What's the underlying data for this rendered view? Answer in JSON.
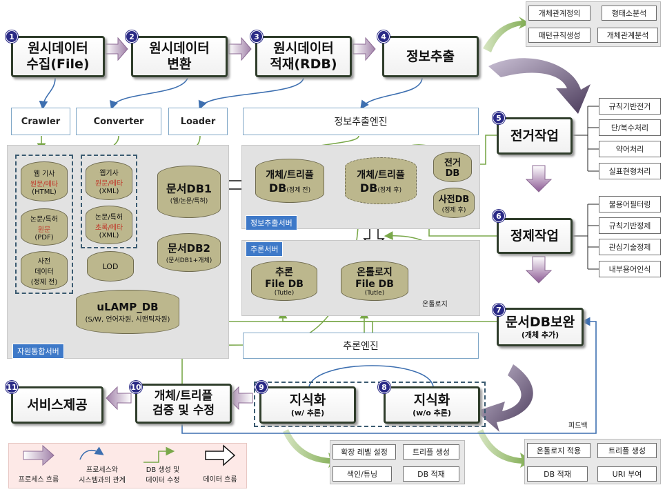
{
  "steps": [
    {
      "num": "1",
      "label_a": "원시데이터",
      "label_b": "수집(File)"
    },
    {
      "num": "2",
      "label_a": "원시데이터",
      "label_b": "변환"
    },
    {
      "num": "3",
      "label_a": "원시데이터",
      "label_b": "적재(RDB)"
    },
    {
      "num": "4",
      "label": "정보추출"
    },
    {
      "num": "5",
      "label": "전거작업"
    },
    {
      "num": "6",
      "label": "정제작업"
    },
    {
      "num": "7",
      "label": "문서DB보완",
      "sub": "(개체 추가)"
    },
    {
      "num": "8",
      "label": "지식화",
      "sub": "(w/o 추론)"
    },
    {
      "num": "9",
      "label": "지식화",
      "sub": "(w/ 추론)"
    },
    {
      "num": "10",
      "label_a": "개체/트리플",
      "label_b": "검증 및 수정"
    },
    {
      "num": "11",
      "label": "서비스제공"
    }
  ],
  "tools": {
    "crawler": "Crawler",
    "converter": "Converter",
    "loader": "Loader",
    "extraction_engine": "정보추출엔진",
    "reasoning_engine": "추론엔진"
  },
  "servers": {
    "resource": "자원통합서버",
    "extraction": "정보추출서버",
    "reasoning": "추론서버"
  },
  "raw": {
    "web1": {
      "a": "웹 기사",
      "b": "원문/메타",
      "c": "(HTML)"
    },
    "paper1": {
      "a": "논문/특허",
      "b": "원문",
      "c": "(PDF)"
    },
    "dict": {
      "a": "사전",
      "b": "데이터",
      "c": "(정제 전)"
    },
    "web2": {
      "a": "웹기사",
      "b": "원문/메타",
      "c": "(XML)"
    },
    "paper2": {
      "a": "논문/특허",
      "b": "초록/메타",
      "c": "(XML)"
    },
    "lod": "LOD",
    "ulamp": {
      "a": "uLAMP_DB",
      "b": "(S/W, 언어자원, 시맨틱자원)"
    }
  },
  "dbs": {
    "doc1": {
      "a": "문서DB1",
      "b": "(웹/논문/특허)"
    },
    "doc2": {
      "a": "문서DB2",
      "b": "(문서DB1+개체)"
    },
    "triple_pre": {
      "a": "개체/트리플",
      "b": "DB",
      "c": "(정제 전)"
    },
    "triple_post": {
      "a": "개체/트리플",
      "b": "DB",
      "c": "(정제 후)"
    },
    "authority": {
      "a": "전거",
      "b": "DB"
    },
    "dictdb": {
      "a": "사전DB",
      "b": "(정제 후)"
    },
    "infer": {
      "a": "추론",
      "b": "File DB",
      "c": "(Tutle)"
    },
    "onto": {
      "a": "온톨로지",
      "b": "File DB",
      "c": "(Tutle)"
    },
    "onto_caption": "온톨로지"
  },
  "morph_box": {
    "a": "개체관계정의",
    "b": "형태소분석",
    "c": "패턴규칙생성",
    "d": "개체관계분석"
  },
  "authority_items": [
    "규칙기반전거",
    "단/복수처리",
    "약어처리",
    "실표현형처리"
  ],
  "refine_items": [
    "불용어필터링",
    "규칙기반정제",
    "관심기술정제",
    "내부용어인식"
  ],
  "know_box_1": {
    "a": "확장 레벨 설정",
    "b": "트리플 생성",
    "c": "색인/튜닝",
    "d": "DB 적재"
  },
  "know_box_2": {
    "a": "온톨로지 적용",
    "b": "트리플 생성",
    "c": "DB 적재",
    "d": "URI 부여"
  },
  "feedback": "피드백",
  "legend": {
    "process_flow": "프로세스 흐름",
    "rel_a": "프로세스와",
    "rel_b": "시스템과의 관계",
    "db_a": "DB 생성 및",
    "db_b": "데이터 수정",
    "data_flow": "데이터 흐름"
  },
  "colors": {
    "process_border": "#2f3d2b",
    "step_number": "#2a2a86",
    "cylinder": "#bcb78d",
    "server_label": "#3e79c8",
    "green_line": "#7aa84a",
    "blue_line": "#3d6fb0",
    "legend_bg": "#fde9e7"
  }
}
